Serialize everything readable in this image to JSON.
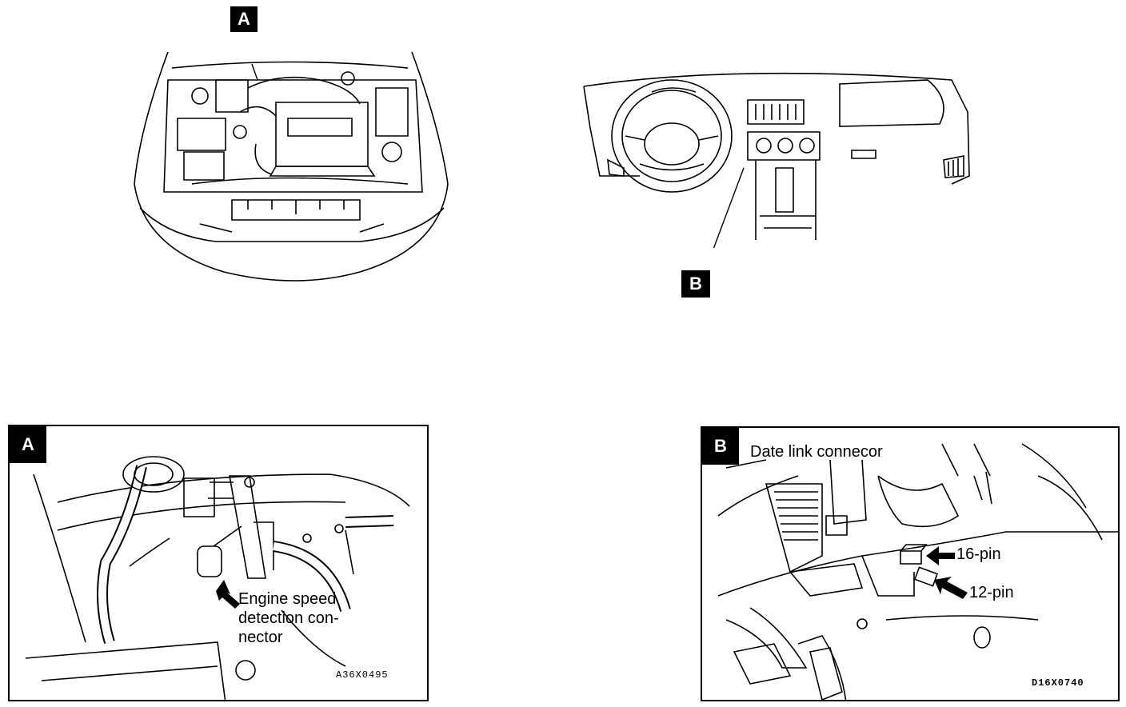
{
  "top_left": {
    "callout": "A"
  },
  "top_right": {
    "callout": "B"
  },
  "panel_a": {
    "badge": "A",
    "label_lines": [
      "Engine speed",
      "detection con-",
      "nector"
    ],
    "code": "A36X0495"
  },
  "panel_b": {
    "badge": "B",
    "title": "Date link connecor",
    "pin16": "16-pin",
    "pin12": "12-pin",
    "code": "D16X0740"
  }
}
